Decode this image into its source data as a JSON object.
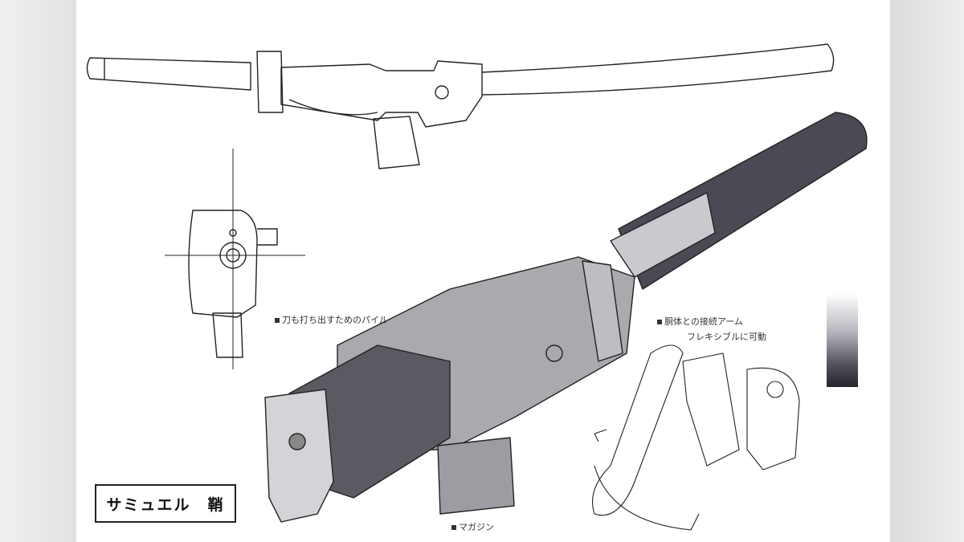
{
  "title": "サミュエル　鞘",
  "annotations": {
    "pile": "刀も打ち出すためのパイル",
    "arm_line1": "胴体との接続アーム",
    "arm_line2": "フレキシブルに可動",
    "magazine": "マガジン"
  },
  "colors": {
    "barrel_dark": "#4a4a55",
    "body_gray": "#a9a9ae",
    "line": "#222222"
  }
}
